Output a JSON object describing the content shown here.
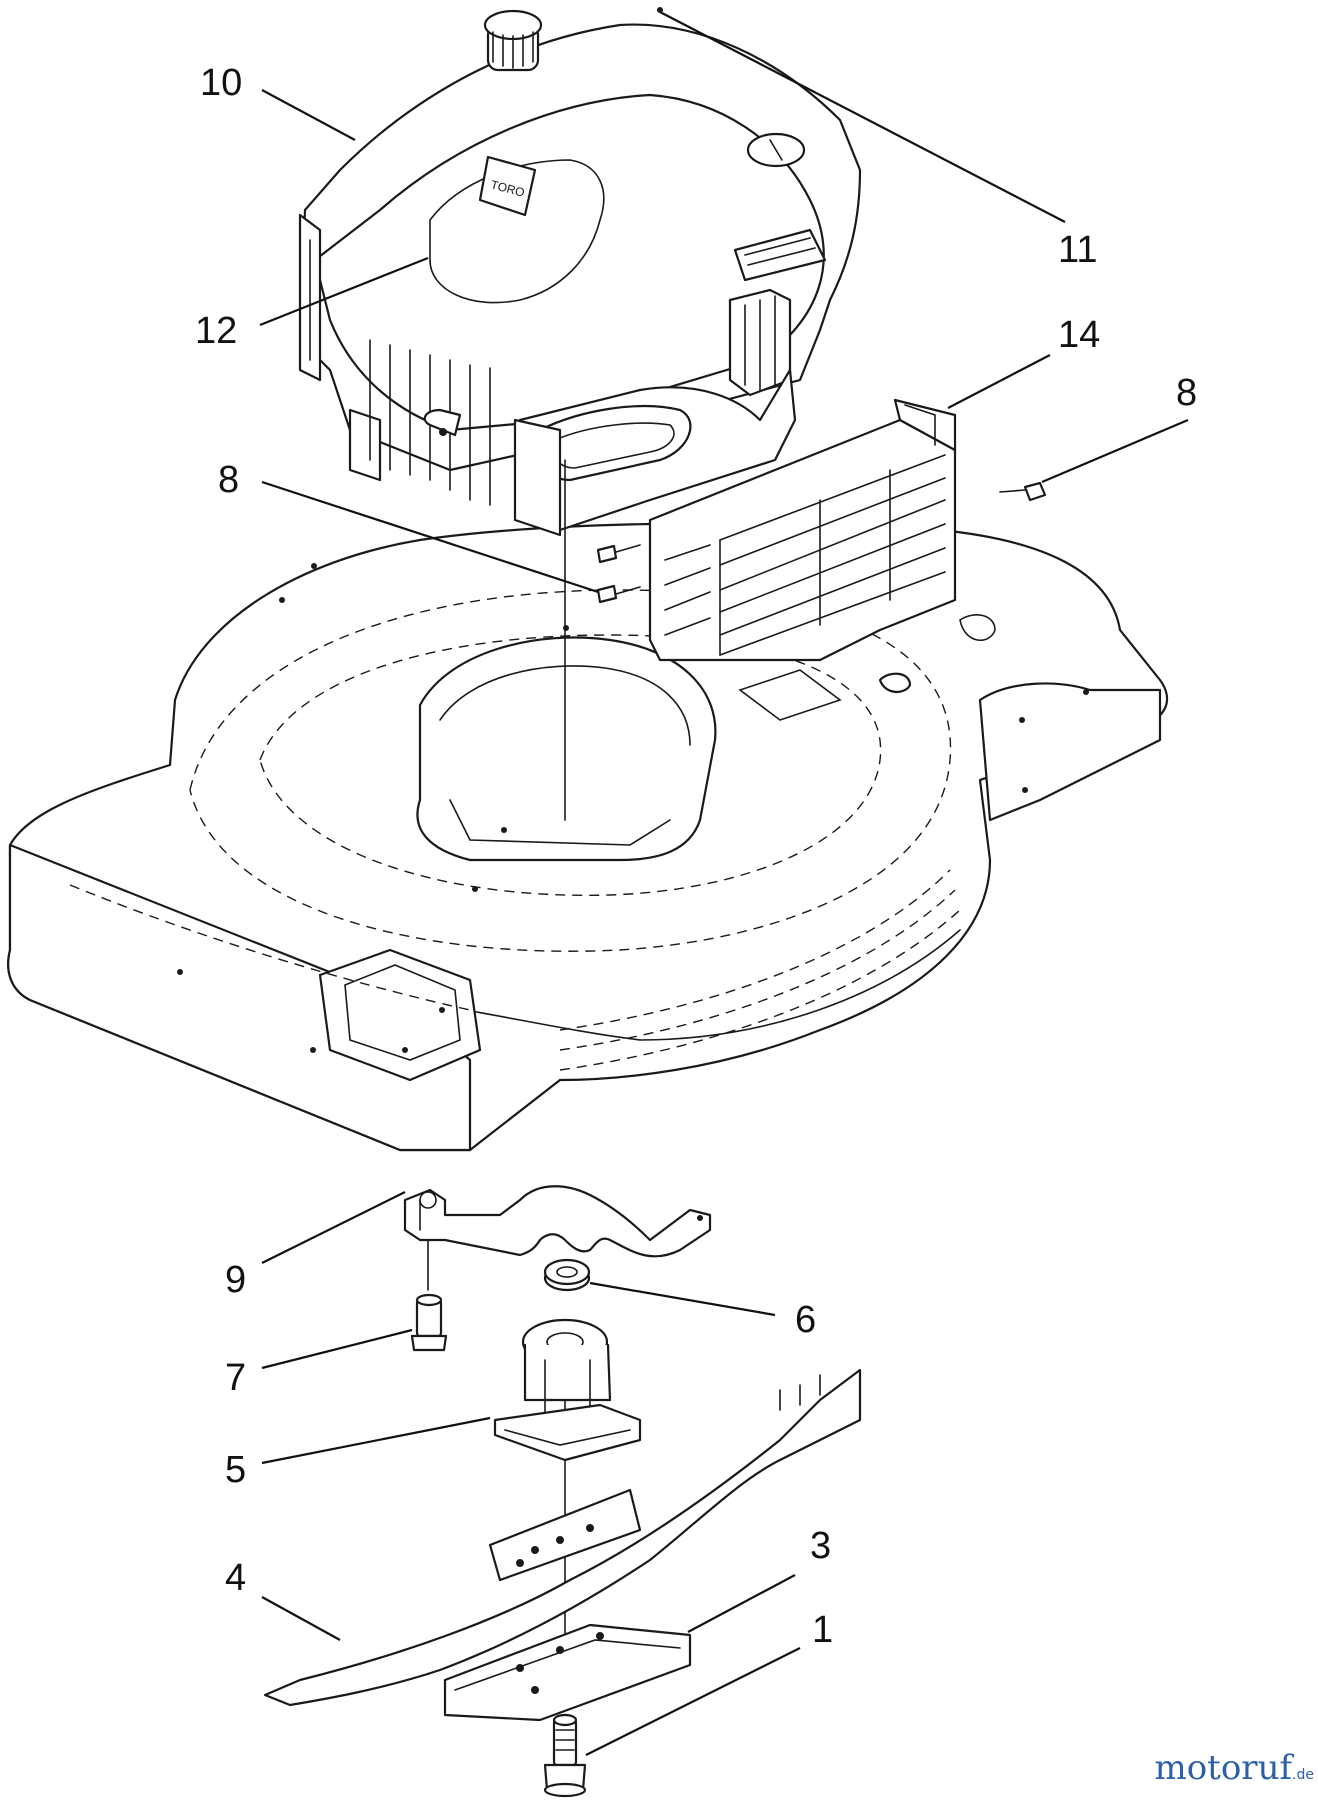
{
  "callouts": {
    "c10": "10",
    "c11": "11",
    "c12": "12",
    "c14": "14",
    "c8a": "8",
    "c8b": "8",
    "c9": "9",
    "c6": "6",
    "c7": "7",
    "c5": "5",
    "c4": "4",
    "c3": "3",
    "c1": "1"
  },
  "watermark": {
    "text": "motoruf",
    "suffix": ".de"
  },
  "colors": {
    "line": "#1a1a1a",
    "watermark_blue": "#2b5faa",
    "watermark_accent": "#d9801a"
  }
}
